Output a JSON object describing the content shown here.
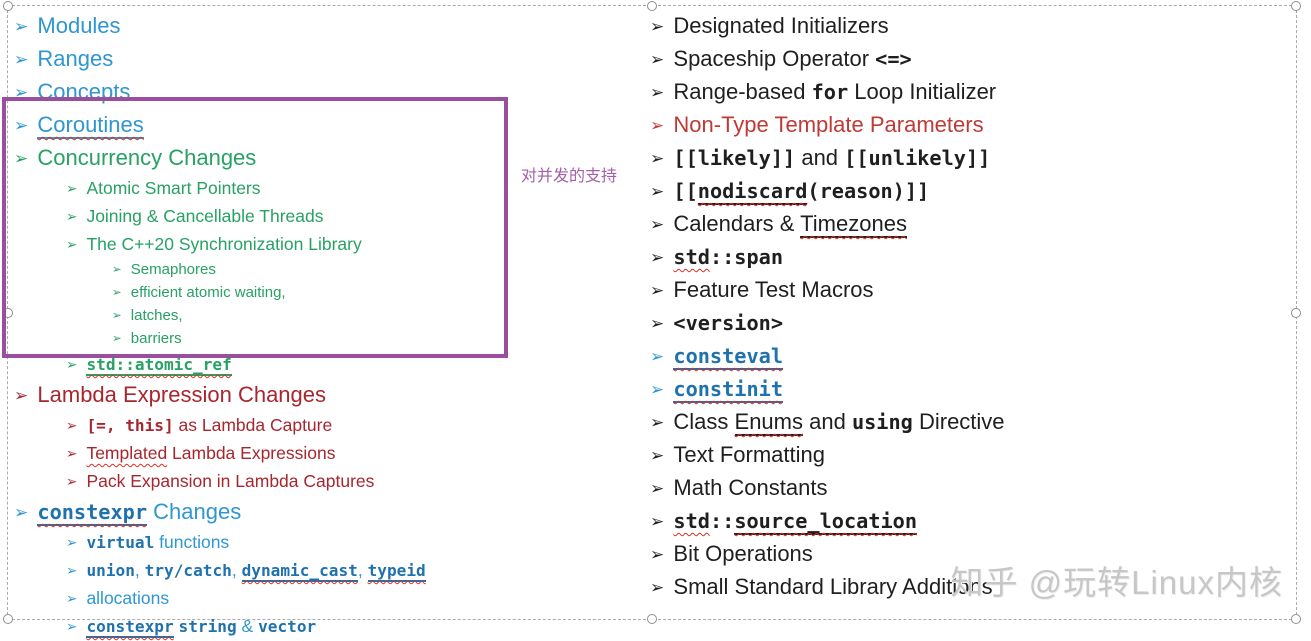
{
  "bullet_glyph": "➢",
  "colors": {
    "blue": "#2e97d1",
    "blue_code": "#1f72ad",
    "green": "#27a164",
    "dark_red": "#a8262e",
    "red": "#bf3a36",
    "black": "#1f1f1f",
    "purple_box": "#9a4f9e",
    "annotation": "#a45fa8",
    "watermark_gray": "#c7c7c7",
    "spellcheck_wavy": "#d93025"
  },
  "annotation": {
    "text": "对并发的支持"
  },
  "watermark": {
    "text": "知乎 @玩转Linux内核"
  },
  "left_column": {
    "items": [
      {
        "lvl": 1,
        "theme": "blue",
        "seg": [
          {
            "t": "Modules"
          }
        ]
      },
      {
        "lvl": 1,
        "theme": "blue",
        "seg": [
          {
            "t": "Ranges"
          }
        ]
      },
      {
        "lvl": 1,
        "theme": "blue",
        "seg": [
          {
            "t": "Concepts"
          }
        ]
      },
      {
        "lvl": 1,
        "theme": "blue",
        "seg": [
          {
            "t": "Coroutines",
            "st": "u w"
          }
        ]
      },
      {
        "lvl": 1,
        "theme": "green",
        "seg": [
          {
            "t": "Concurrency Changes"
          }
        ]
      },
      {
        "lvl": 2,
        "theme": "green",
        "seg": [
          {
            "t": "Atomic Smart Pointers"
          }
        ]
      },
      {
        "lvl": 2,
        "theme": "green",
        "seg": [
          {
            "t": "Joining & Cancellable Threads"
          }
        ]
      },
      {
        "lvl": 2,
        "theme": "green",
        "seg": [
          {
            "t": "The C++20 Synchronization Library"
          }
        ]
      },
      {
        "lvl": 3,
        "theme": "green",
        "seg": [
          {
            "t": "Semaphores"
          }
        ]
      },
      {
        "lvl": 3,
        "theme": "green",
        "seg": [
          {
            "t": "efficient atomic waiting,"
          }
        ]
      },
      {
        "lvl": 3,
        "theme": "green",
        "seg": [
          {
            "t": "latches,"
          }
        ]
      },
      {
        "lvl": 3,
        "theme": "green",
        "seg": [
          {
            "t": "barriers"
          }
        ]
      },
      {
        "lvl": 2,
        "theme": "green",
        "seg": [
          {
            "t": "std::atomic_ref",
            "st": "code u w"
          }
        ]
      },
      {
        "lvl": 1,
        "theme": "darkred",
        "seg": [
          {
            "t": "Lambda Expression Changes"
          }
        ]
      },
      {
        "lvl": 2,
        "theme": "darkred",
        "seg": [
          {
            "t": "[=, this]",
            "st": "code"
          },
          {
            "t": " as Lambda Capture"
          }
        ]
      },
      {
        "lvl": 2,
        "theme": "darkred",
        "seg": [
          {
            "t": "Templated",
            "st": "w"
          },
          {
            "t": " Lambda Expressions"
          }
        ]
      },
      {
        "lvl": 2,
        "theme": "darkred",
        "seg": [
          {
            "t": "Pack Expansion in Lambda Captures"
          }
        ]
      },
      {
        "lvl": 1,
        "theme": "blue",
        "seg": [
          {
            "t": "constexpr",
            "st": "code u w"
          },
          {
            "t": " Changes"
          }
        ]
      },
      {
        "lvl": 2,
        "theme": "blue",
        "seg": [
          {
            "t": "virtual",
            "st": "code"
          },
          {
            "t": " functions"
          }
        ]
      },
      {
        "lvl": 2,
        "theme": "blue",
        "seg": [
          {
            "t": "union",
            "st": "code"
          },
          {
            "t": ", "
          },
          {
            "t": "try/catch",
            "st": "code"
          },
          {
            "t": ", "
          },
          {
            "t": "dynamic_cast",
            "st": "code u w"
          },
          {
            "t": ", "
          },
          {
            "t": "typeid",
            "st": "code u w"
          }
        ]
      },
      {
        "lvl": 2,
        "theme": "blue",
        "seg": [
          {
            "t": "allocations"
          }
        ]
      },
      {
        "lvl": 2,
        "theme": "blue",
        "seg": [
          {
            "t": "constexpr",
            "st": "code u w"
          },
          {
            "t": " "
          },
          {
            "t": "string",
            "st": "code"
          },
          {
            "t": " & "
          },
          {
            "t": "vector",
            "st": "code"
          }
        ]
      }
    ]
  },
  "right_column": {
    "items": [
      {
        "lvl": 1,
        "theme": "black",
        "seg": [
          {
            "t": "Designated Initializers"
          }
        ]
      },
      {
        "lvl": 1,
        "theme": "black",
        "seg": [
          {
            "t": "Spaceship Operator "
          },
          {
            "t": "<=>",
            "st": "code"
          }
        ]
      },
      {
        "lvl": 1,
        "theme": "black",
        "seg": [
          {
            "t": "Range-based "
          },
          {
            "t": "for",
            "st": "code"
          },
          {
            "t": " Loop Initializer"
          }
        ]
      },
      {
        "lvl": 1,
        "theme": "red",
        "seg": [
          {
            "t": "Non-Type Template Parameters"
          }
        ]
      },
      {
        "lvl": 1,
        "theme": "black",
        "seg": [
          {
            "t": "[[likely]]",
            "st": "code"
          },
          {
            "t": " and "
          },
          {
            "t": "[[unlikely]]",
            "st": "code"
          }
        ]
      },
      {
        "lvl": 1,
        "theme": "black",
        "seg": [
          {
            "t": "[[",
            "st": "code"
          },
          {
            "t": "nodiscard",
            "st": "code u w"
          },
          {
            "t": "(reason)]]",
            "st": "code"
          }
        ]
      },
      {
        "lvl": 1,
        "theme": "black",
        "seg": [
          {
            "t": "Calendars & "
          },
          {
            "t": "Timezones",
            "st": "u w"
          }
        ]
      },
      {
        "lvl": 1,
        "theme": "black",
        "seg": [
          {
            "t": "std",
            "st": "code w"
          },
          {
            "t": "::span",
            "st": "code"
          }
        ]
      },
      {
        "lvl": 1,
        "theme": "black",
        "seg": [
          {
            "t": "Feature Test Macros"
          }
        ]
      },
      {
        "lvl": 1,
        "theme": "black",
        "seg": [
          {
            "t": "<version>",
            "st": "code"
          }
        ]
      },
      {
        "lvl": 1,
        "theme": "blue",
        "seg": [
          {
            "t": "consteval",
            "st": "code u w"
          }
        ]
      },
      {
        "lvl": 1,
        "theme": "blue",
        "seg": [
          {
            "t": "constinit",
            "st": "code u w"
          }
        ]
      },
      {
        "lvl": 1,
        "theme": "black",
        "seg": [
          {
            "t": "Class "
          },
          {
            "t": "Enums",
            "st": "u w"
          },
          {
            "t": " and "
          },
          {
            "t": "using",
            "st": "code"
          },
          {
            "t": " Directive"
          }
        ]
      },
      {
        "lvl": 1,
        "theme": "black",
        "seg": [
          {
            "t": "Text Formatting"
          }
        ]
      },
      {
        "lvl": 1,
        "theme": "black",
        "seg": [
          {
            "t": "Math Constants"
          }
        ]
      },
      {
        "lvl": 1,
        "theme": "black",
        "seg": [
          {
            "t": "std",
            "st": "code w"
          },
          {
            "t": "::",
            "st": "code"
          },
          {
            "t": "source_location",
            "st": "code u w"
          }
        ]
      },
      {
        "lvl": 1,
        "theme": "black",
        "seg": [
          {
            "t": "Bit Operations"
          }
        ]
      },
      {
        "lvl": 1,
        "theme": "black",
        "seg": [
          {
            "t": "Small Standard Library Additions"
          }
        ]
      }
    ]
  }
}
